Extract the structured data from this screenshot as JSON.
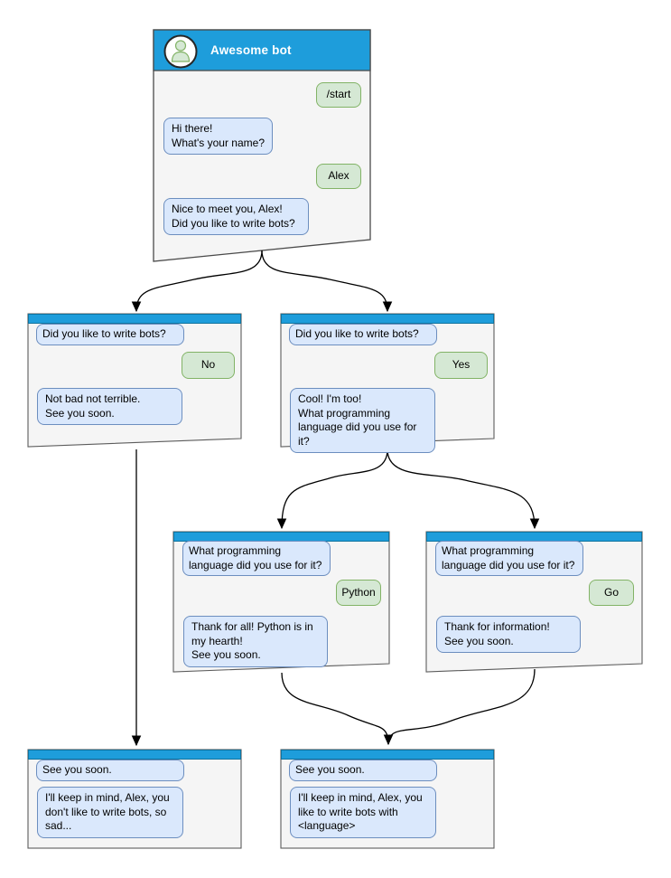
{
  "diagram_type": "chatbot-conversation-flowchart",
  "palette": {
    "header_blue": "#1e9ddb",
    "header_bar_border": "#10739e",
    "box_fill": "#f5f5f5",
    "box_border": "#5c5c5c",
    "bot_bubble_fill": "#dae8fc",
    "bot_bubble_border": "#6c8ebf",
    "user_bubble_fill": "#d5e8d4",
    "user_bubble_border": "#82b366",
    "arrow_color": "#000000",
    "title_color": "#ffffff"
  },
  "main_window": {
    "title": "Awesome bot",
    "avatar_icon": "person-icon",
    "messages": [
      {
        "from": "user",
        "text": "/start"
      },
      {
        "from": "bot",
        "text": "Hi there!\nWhat's your name?"
      },
      {
        "from": "user",
        "text": "Alex"
      },
      {
        "from": "bot",
        "text": "Nice to meet you, Alex!\nDid you like to write bots?"
      }
    ]
  },
  "branch_no": {
    "question": "Did you like to write bots?",
    "answer": "No",
    "reply": "Not bad not terrible.\nSee you soon."
  },
  "branch_yes": {
    "question": "Did you like to write bots?",
    "answer": "Yes",
    "reply": "Cool! I'm too!\nWhat programming\nlanguage did you use for it?"
  },
  "branch_python": {
    "question": "What programming\nlanguage did you use for it?",
    "answer": "Python",
    "reply": "Thank for all! Python is in\nmy hearth!\nSee you soon."
  },
  "branch_go": {
    "question": "What programming\nlanguage did you use for it?",
    "answer": "Go",
    "reply": "Thank for information!\nSee you soon."
  },
  "end_no": {
    "question": "See you soon.",
    "reply": "I'll keep in mind, Alex, you\ndon't like to write bots, so\nsad..."
  },
  "end_yes": {
    "question": "See you soon.",
    "reply": "I'll keep in mind, Alex, you\nlike to write bots with\n<language>"
  },
  "edges": [
    {
      "from": "main-window",
      "to": "branch-no-box"
    },
    {
      "from": "main-window",
      "to": "branch-yes-box"
    },
    {
      "from": "branch-yes-box",
      "to": "branch-python-box"
    },
    {
      "from": "branch-yes-box",
      "to": "branch-go-box"
    },
    {
      "from": "branch-no-box",
      "to": "end-no-box"
    },
    {
      "from": "branch-python-box",
      "to": "end-yes-box"
    },
    {
      "from": "branch-go-box",
      "to": "end-yes-box"
    }
  ]
}
